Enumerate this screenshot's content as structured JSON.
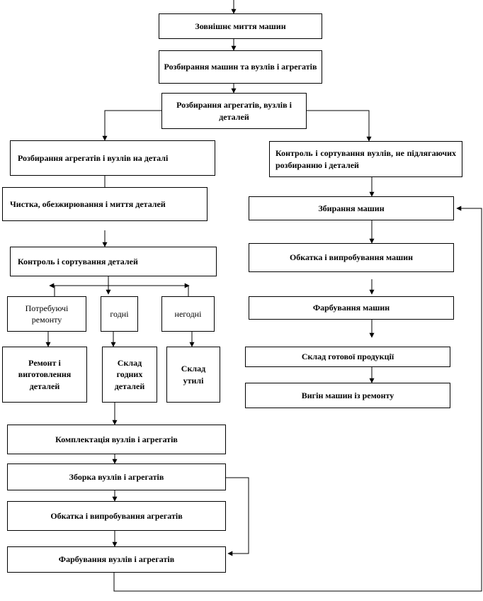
{
  "nodes": {
    "n_wash": "Зовнішнє миття машин",
    "n_disassemble_machines": "Розбирання машин та вузлів і агрегатів",
    "n_disassemble_aggregates": "Розбирання агрегатів, вузлів і деталей",
    "n_disassemble_to_parts": "Розбирання агрегатів і вузлів на деталі",
    "n_control_units": "Контроль і сортування вузлів, не підлягаючих розбиранню і деталей",
    "n_cleaning": "Чистка, обезжирювання і миття деталей",
    "n_control_parts": "Контроль і сортування деталей",
    "n_need_repair": "Потребуючі ремонту",
    "n_good": "годні",
    "n_unfit": "негодні",
    "n_repair_manufacture": "Ремонт і виготовлення деталей",
    "n_store_good": "Склад годних деталей",
    "n_store_scrap": "Склад утилі",
    "n_kitting": "Комплектація вузлів і агрегатів",
    "n_assembly_units": "Зборка вузлів і агрегатів",
    "n_runin_aggregates": "Обкатка і випробування агрегатів",
    "n_paint_units": "Фарбування вузлів і агрегатів",
    "n_assembly_machines": "Збирання машин",
    "n_runin_machines": "Обкатка і випробування машин",
    "n_paint_machines": "Фарбування машин",
    "n_store_finished": "Склад готової продукції",
    "n_dispatch": "Вигін машин із ремонту"
  },
  "colors": {
    "line": "#000000",
    "box_border": "#000000",
    "background": "#ffffff"
  }
}
